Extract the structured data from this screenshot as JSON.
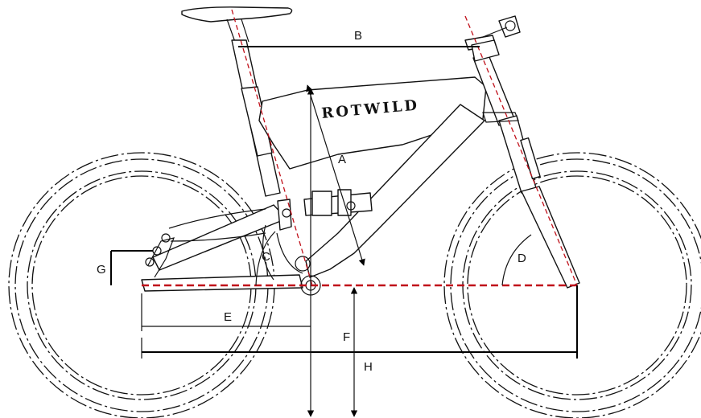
{
  "brand": "ROTWILD",
  "labels": {
    "a": "A",
    "b": "B",
    "c": "C",
    "d": "D",
    "e": "E",
    "f": "F",
    "g": "G",
    "h": "H"
  },
  "colors": {
    "line": "#111111",
    "centerline": "#c0101a"
  }
}
